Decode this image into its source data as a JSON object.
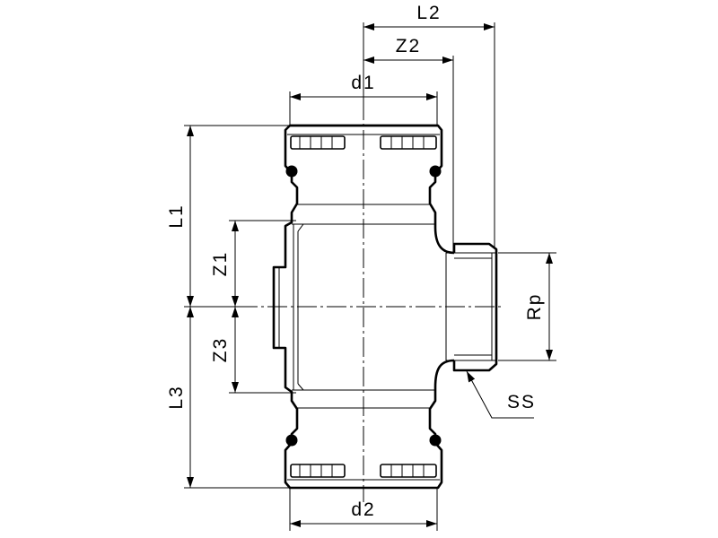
{
  "labels": {
    "L2": "L2",
    "Z2": "Z2",
    "d1": "d1",
    "L1": "L1",
    "Z1": "Z1",
    "Z3": "Z3",
    "L3": "L3",
    "Rp": "Rp",
    "SS": "SS",
    "d2": "d2"
  },
  "colors": {
    "line": "#000000",
    "background": "#ffffff"
  }
}
